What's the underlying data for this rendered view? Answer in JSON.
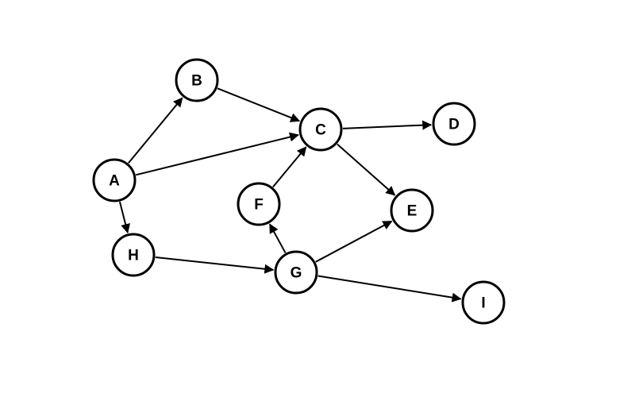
{
  "diagram": {
    "type": "directed-graph",
    "nodes": [
      {
        "id": "A",
        "label": "A"
      },
      {
        "id": "B",
        "label": "B"
      },
      {
        "id": "C",
        "label": "C"
      },
      {
        "id": "D",
        "label": "D"
      },
      {
        "id": "E",
        "label": "E"
      },
      {
        "id": "F",
        "label": "F"
      },
      {
        "id": "G",
        "label": "G"
      },
      {
        "id": "H",
        "label": "H"
      },
      {
        "id": "I",
        "label": "I"
      }
    ],
    "edges": [
      {
        "from": "A",
        "to": "B"
      },
      {
        "from": "A",
        "to": "C"
      },
      {
        "from": "A",
        "to": "H"
      },
      {
        "from": "B",
        "to": "C"
      },
      {
        "from": "C",
        "to": "D"
      },
      {
        "from": "C",
        "to": "E"
      },
      {
        "from": "F",
        "to": "C"
      },
      {
        "from": "G",
        "to": "F"
      },
      {
        "from": "G",
        "to": "E"
      },
      {
        "from": "G",
        "to": "I"
      },
      {
        "from": "H",
        "to": "G"
      }
    ],
    "colors": {
      "node_stroke": "#000000",
      "node_fill": "#ffffff",
      "edge": "#000000",
      "background": "#ffffff"
    }
  }
}
